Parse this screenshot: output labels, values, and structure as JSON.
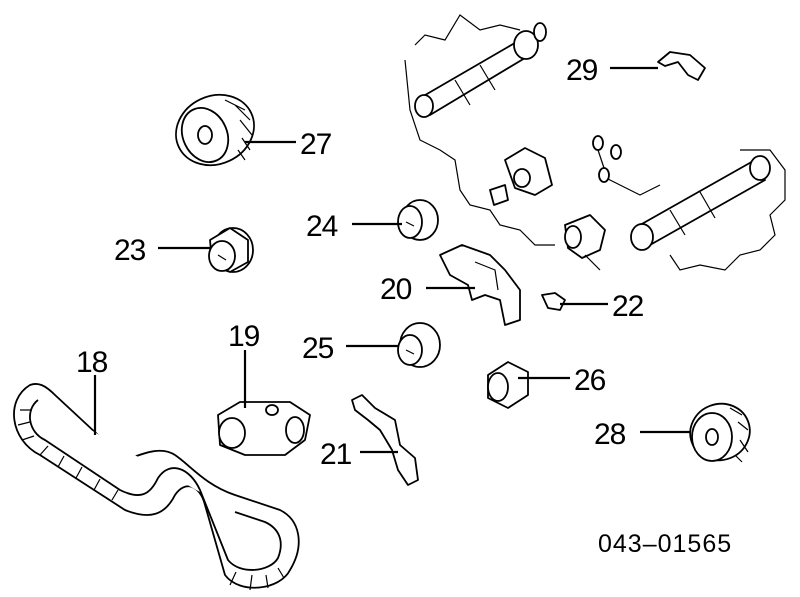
{
  "diagram": {
    "callouts": {
      "c18": "18",
      "c19": "19",
      "c20": "20",
      "c21": "21",
      "c22": "22",
      "c23": "23",
      "c24": "24",
      "c25": "25",
      "c26": "26",
      "c27": "27",
      "c28": "28",
      "c29": "29"
    },
    "drawing_code": "043–01565"
  }
}
